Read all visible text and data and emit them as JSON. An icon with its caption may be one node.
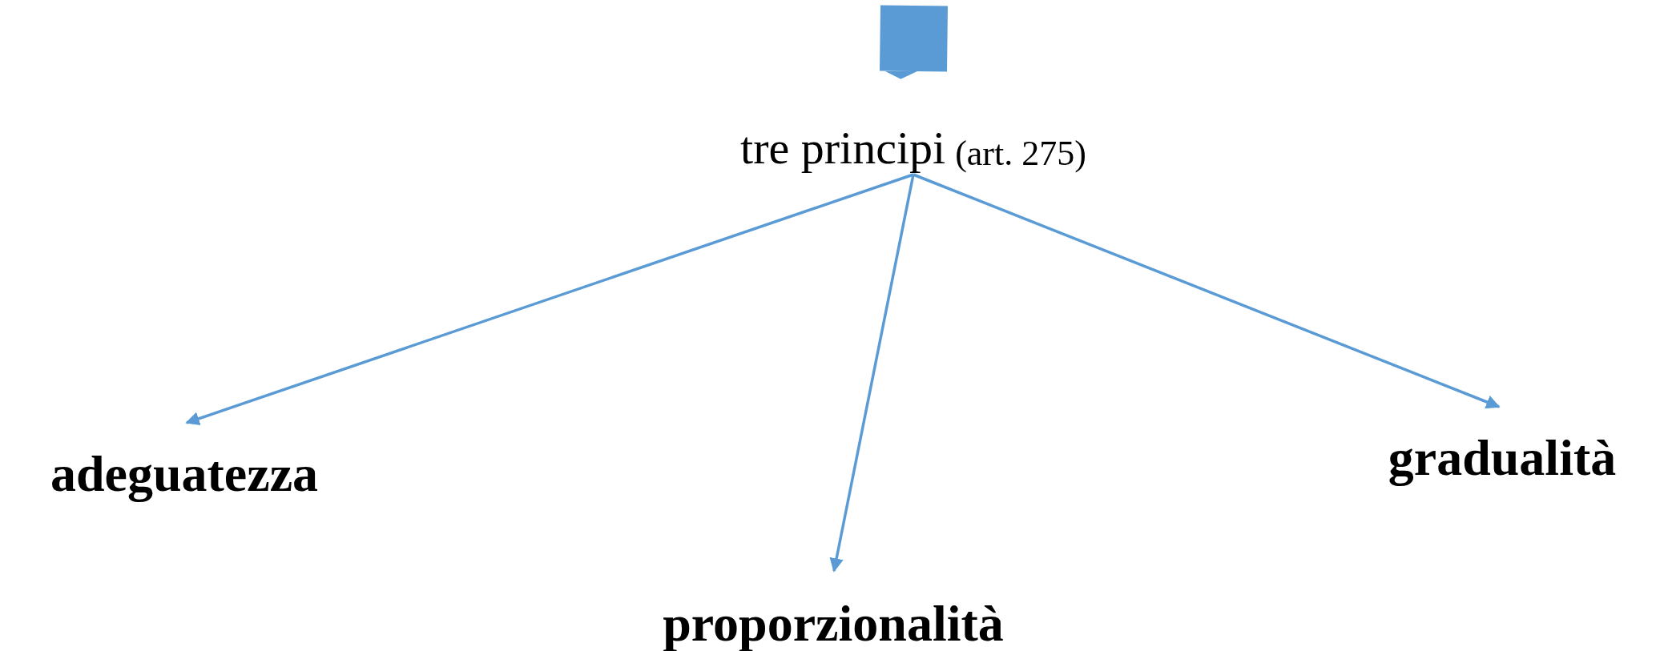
{
  "diagram": {
    "nodes": [
      {
        "text": [
          "tre principi",
          "(art. 275)"
        ]
      },
      {
        "text": [
          "adeguatezza"
        ]
      },
      {
        "text": [
          "proporzionalità"
        ]
      },
      {
        "text": [
          "gradualità"
        ]
      }
    ],
    "edges": [
      {
        "from": null,
        "to": 0,
        "arrow": "to",
        "style": "thick"
      },
      {
        "from": 0,
        "to": 1,
        "arrow": "to"
      },
      {
        "from": 0,
        "to": 2,
        "arrow": "to"
      },
      {
        "from": 0,
        "to": 3,
        "arrow": "to"
      }
    ]
  }
}
